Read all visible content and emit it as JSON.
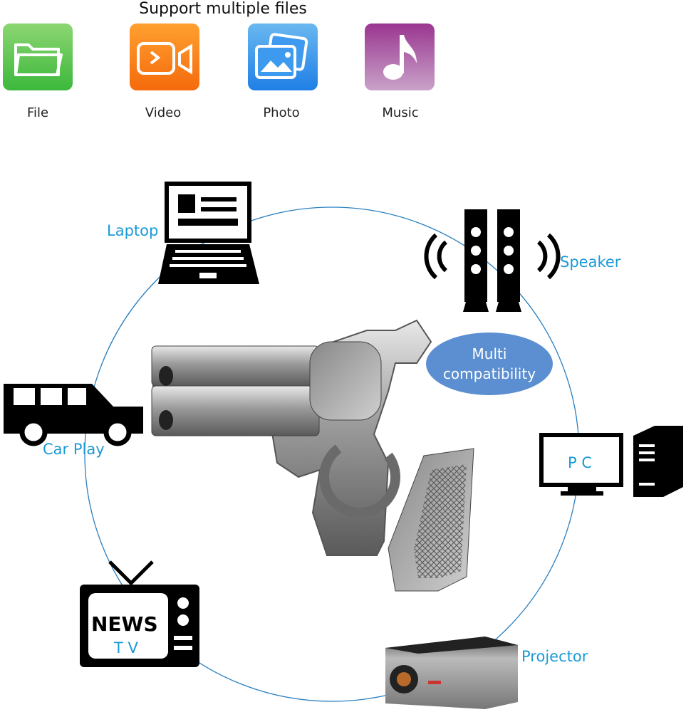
{
  "header": {
    "title": "Support multiple files"
  },
  "file_types": [
    {
      "label": "File",
      "icon": "folder-icon",
      "color": "#4cc24a"
    },
    {
      "label": "Video",
      "icon": "video-icon",
      "color": "#f57d16"
    },
    {
      "label": "Photo",
      "icon": "photo-icon",
      "color": "#2a8ee8"
    },
    {
      "label": "Music",
      "icon": "music-icon",
      "color": "#a45aa6"
    }
  ],
  "devices": {
    "laptop": "Laptop",
    "speaker": "Speaker",
    "car": "Car Play",
    "pc": "P C",
    "tv_news": "NEWS",
    "tv_tv": "T V",
    "projector": "Projector"
  },
  "badge": {
    "line1": "Multi",
    "line2": "compatibility",
    "color": "#5b8fd1"
  },
  "accent": "#1a9ad6"
}
